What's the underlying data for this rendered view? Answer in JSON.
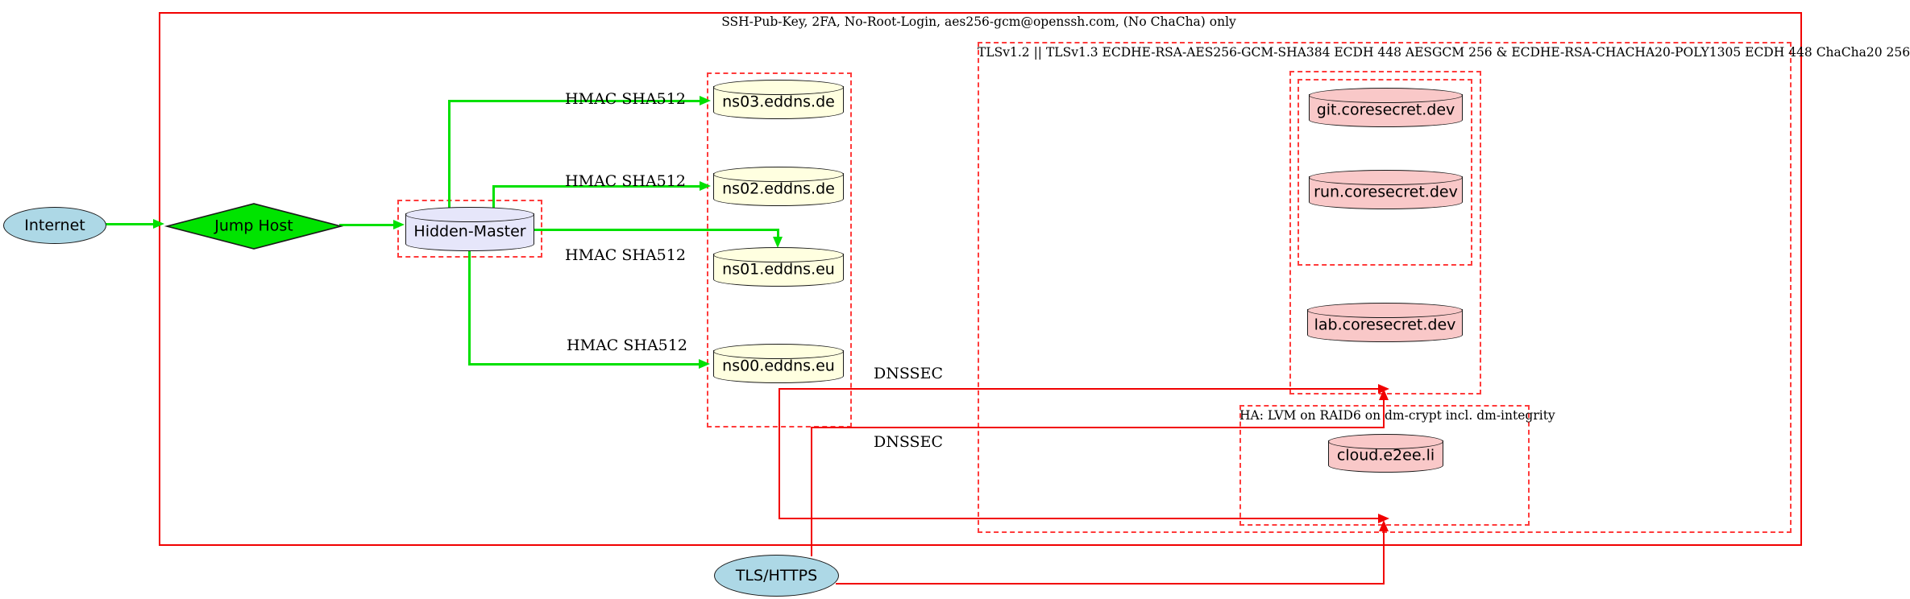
{
  "colors": {
    "edge_green": "#00e000",
    "edge_red": "#f10000",
    "cluster_border_red": "#ff3b3b",
    "node_blue": "#add8e6",
    "node_yellow": "#ffffe0",
    "node_pink": "#f9c8c8",
    "node_lavender": "#e6e6fa",
    "node_green": "#00e400"
  },
  "clusters": {
    "ssh": {
      "label": "SSH-Pub-Key, 2FA, No-Root-Login, aes256-gcm@openssh.com, (No ChaCha) only"
    },
    "tls": {
      "label": "TLSv1.2 || TLSv1.3 ECDHE-RSA-AES256-GCM-SHA384 ECDH 448 AESGCM 256 & ECDHE-RSA-CHACHA20-POLY1305 ECDH 448 ChaCha20 256"
    },
    "ha": {
      "label": "HA: LVM on RAID6 on dm-crypt incl. dm-integrity"
    }
  },
  "nodes": {
    "internet": {
      "label": "Internet"
    },
    "jump_host": {
      "label": "Jump Host"
    },
    "hidden_master": {
      "label": "Hidden-Master"
    },
    "ns03": {
      "label": "ns03.eddns.de"
    },
    "ns02": {
      "label": "ns02.eddns.de"
    },
    "ns01": {
      "label": "ns01.eddns.eu"
    },
    "ns00": {
      "label": "ns00.eddns.eu"
    },
    "git": {
      "label": "git.coresecret.dev"
    },
    "run": {
      "label": "run.coresecret.dev"
    },
    "lab": {
      "label": "lab.coresecret.dev"
    },
    "cloud": {
      "label": "cloud.e2ee.li"
    },
    "tls_https": {
      "label": "TLS/HTTPS"
    }
  },
  "edge_labels": {
    "hmac_ns03": "HMAC SHA512",
    "hmac_ns02": "HMAC SHA512",
    "hmac_ns01": "HMAC SHA512",
    "hmac_ns00": "HMAC SHA512",
    "dnssec_coresecret": "DNSSEC",
    "dnssec_ha": "DNSSEC"
  }
}
